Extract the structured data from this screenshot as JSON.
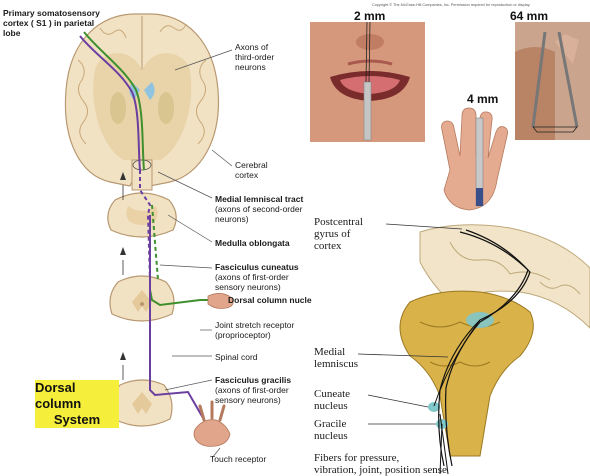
{
  "left_panel": {
    "corner_label_line1": "Primary somatosensory",
    "corner_label_line2": "cortex ( S1 ) in parietal",
    "corner_label_line3": "lobe",
    "labels": {
      "axons_third_1": "Axons of",
      "axons_third_2": "third-order",
      "axons_third_3": "neurons",
      "cerebral_1": "Cerebral",
      "cerebral_2": "cortex",
      "medial_lemniscal_title": "Medial lemniscal tract",
      "medial_lemniscal_sub1": "(axons of second-order",
      "medial_lemniscal_sub2": "neurons)",
      "medulla": "Medulla oblongata",
      "fasc_cuneatus_title": "Fasciculus cuneatus",
      "fasc_cuneatus_sub1": "(axons of first-order",
      "fasc_cuneatus_sub2": "sensory neurons)",
      "dorsal_column_nuclei": "Dorsal column nucle",
      "joint_stretch_1": "Joint stretch receptor",
      "joint_stretch_2": "(proprioceptor)",
      "spinal_cord": "Spinal cord",
      "fasc_gracilis_title": "Fasciculus gracilis",
      "fasc_gracilis_sub1": "(axons of first-order",
      "fasc_gracilis_sub2": "sensory neurons)",
      "touch_receptor": "Touch receptor"
    },
    "badge_line1": "Dorsal column",
    "badge_line2": "System",
    "badge_color": "#f5ee3a"
  },
  "right_top": {
    "copyright": "Copyright © The McGraw-Hill Companies, Inc. Permission required for reproduction or display.",
    "mm_tongue": "2 mm",
    "mm_back": "64 mm",
    "mm_palm": "4 mm"
  },
  "right_bottom": {
    "postcentral_1": "Postcentral",
    "postcentral_2": "gyrus of",
    "postcentral_3": "cortex",
    "medial_1": "Medial",
    "medial_2": "lemniscus",
    "cuneate_1": "Cuneate",
    "cuneate_2": "nucleus",
    "gracile_1": "Gracile",
    "gracile_2": "nucleus",
    "fibers_1": "Fibers for pressure,",
    "fibers_2": "vibration, joint, position sense"
  },
  "colors": {
    "brain_tissue": "#f2e2c4",
    "white_matter": "#e9d3a8",
    "tract_purple": "#6b3fa0",
    "tract_green": "#3f8f2e",
    "skin": "#e0a58a",
    "brainstem_yellow": "#d9b24a"
  }
}
